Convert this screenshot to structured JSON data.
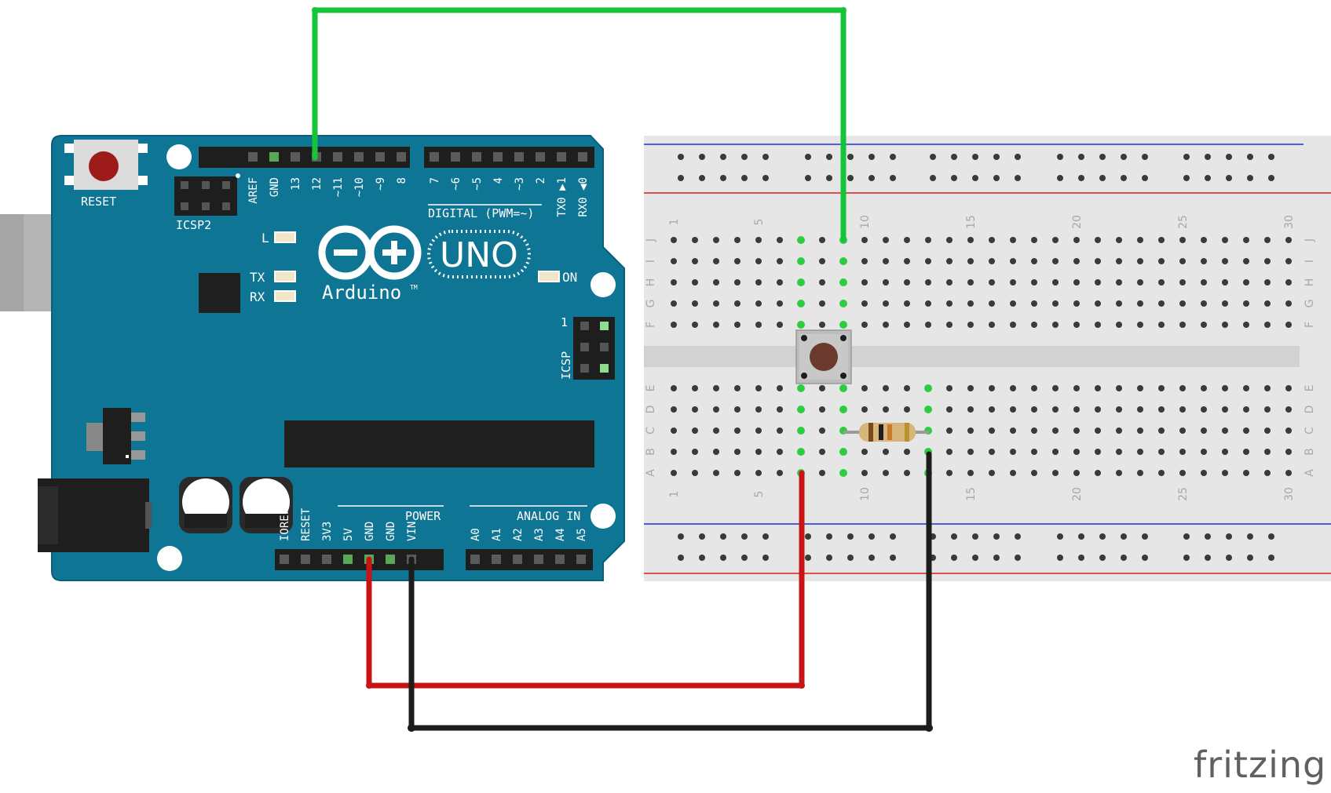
{
  "colors": {
    "board": "#0f7595",
    "board_edge": "#0a5f78",
    "silk": "#ffffff",
    "header": "#1e1e1e",
    "breadboard": "#e6e6e6",
    "hole": "#3a3a3a",
    "hole_connected": "#2ecc40",
    "rail_blue": "#1f2fd6",
    "rail_red": "#d61f1f",
    "wire_green": "#16c43a",
    "wire_red": "#c81414",
    "wire_black": "#1c1c1c",
    "reset_button": "#9e1b1b",
    "button_cap": "#6b3a2e"
  },
  "board": {
    "reset_label": "RESET",
    "icsp2_label": "ICSP2",
    "icsp_label": "ICSP",
    "icsp_pin1_label": "1",
    "uno_label": "UNO",
    "brand_label": "Arduino",
    "brand_tm": "TM",
    "led_l_label": "L",
    "led_tx_label": "TX",
    "led_rx_label": "RX",
    "led_on_label": "ON",
    "digital_label": "DIGITAL (PWM=~)",
    "power_label": "POWER",
    "analog_label": "ANALOG IN",
    "top_pins_left": [
      "AREF",
      "GND",
      "13",
      "12",
      "~11",
      "~10",
      "~9",
      "8"
    ],
    "top_pins_right": [
      "7",
      "~6",
      "~5",
      "4",
      "~3",
      "2",
      "TX0 ▶1",
      "RX0 ◀0"
    ],
    "bottom_pins_power": [
      "IOREF",
      "RESET",
      "3V3",
      "5V",
      "GND",
      "GND",
      "VIN"
    ],
    "bottom_pins_analog": [
      "A0",
      "A1",
      "A2",
      "A3",
      "A4",
      "A5"
    ]
  },
  "breadboard": {
    "rows_top": [
      "J",
      "I",
      "H",
      "G",
      "F"
    ],
    "rows_bottom": [
      "E",
      "D",
      "C",
      "B",
      "A"
    ],
    "column_numbers": [
      "1",
      "5",
      "10",
      "15",
      "20",
      "25",
      "30"
    ]
  },
  "brand_footer": "fritzing"
}
